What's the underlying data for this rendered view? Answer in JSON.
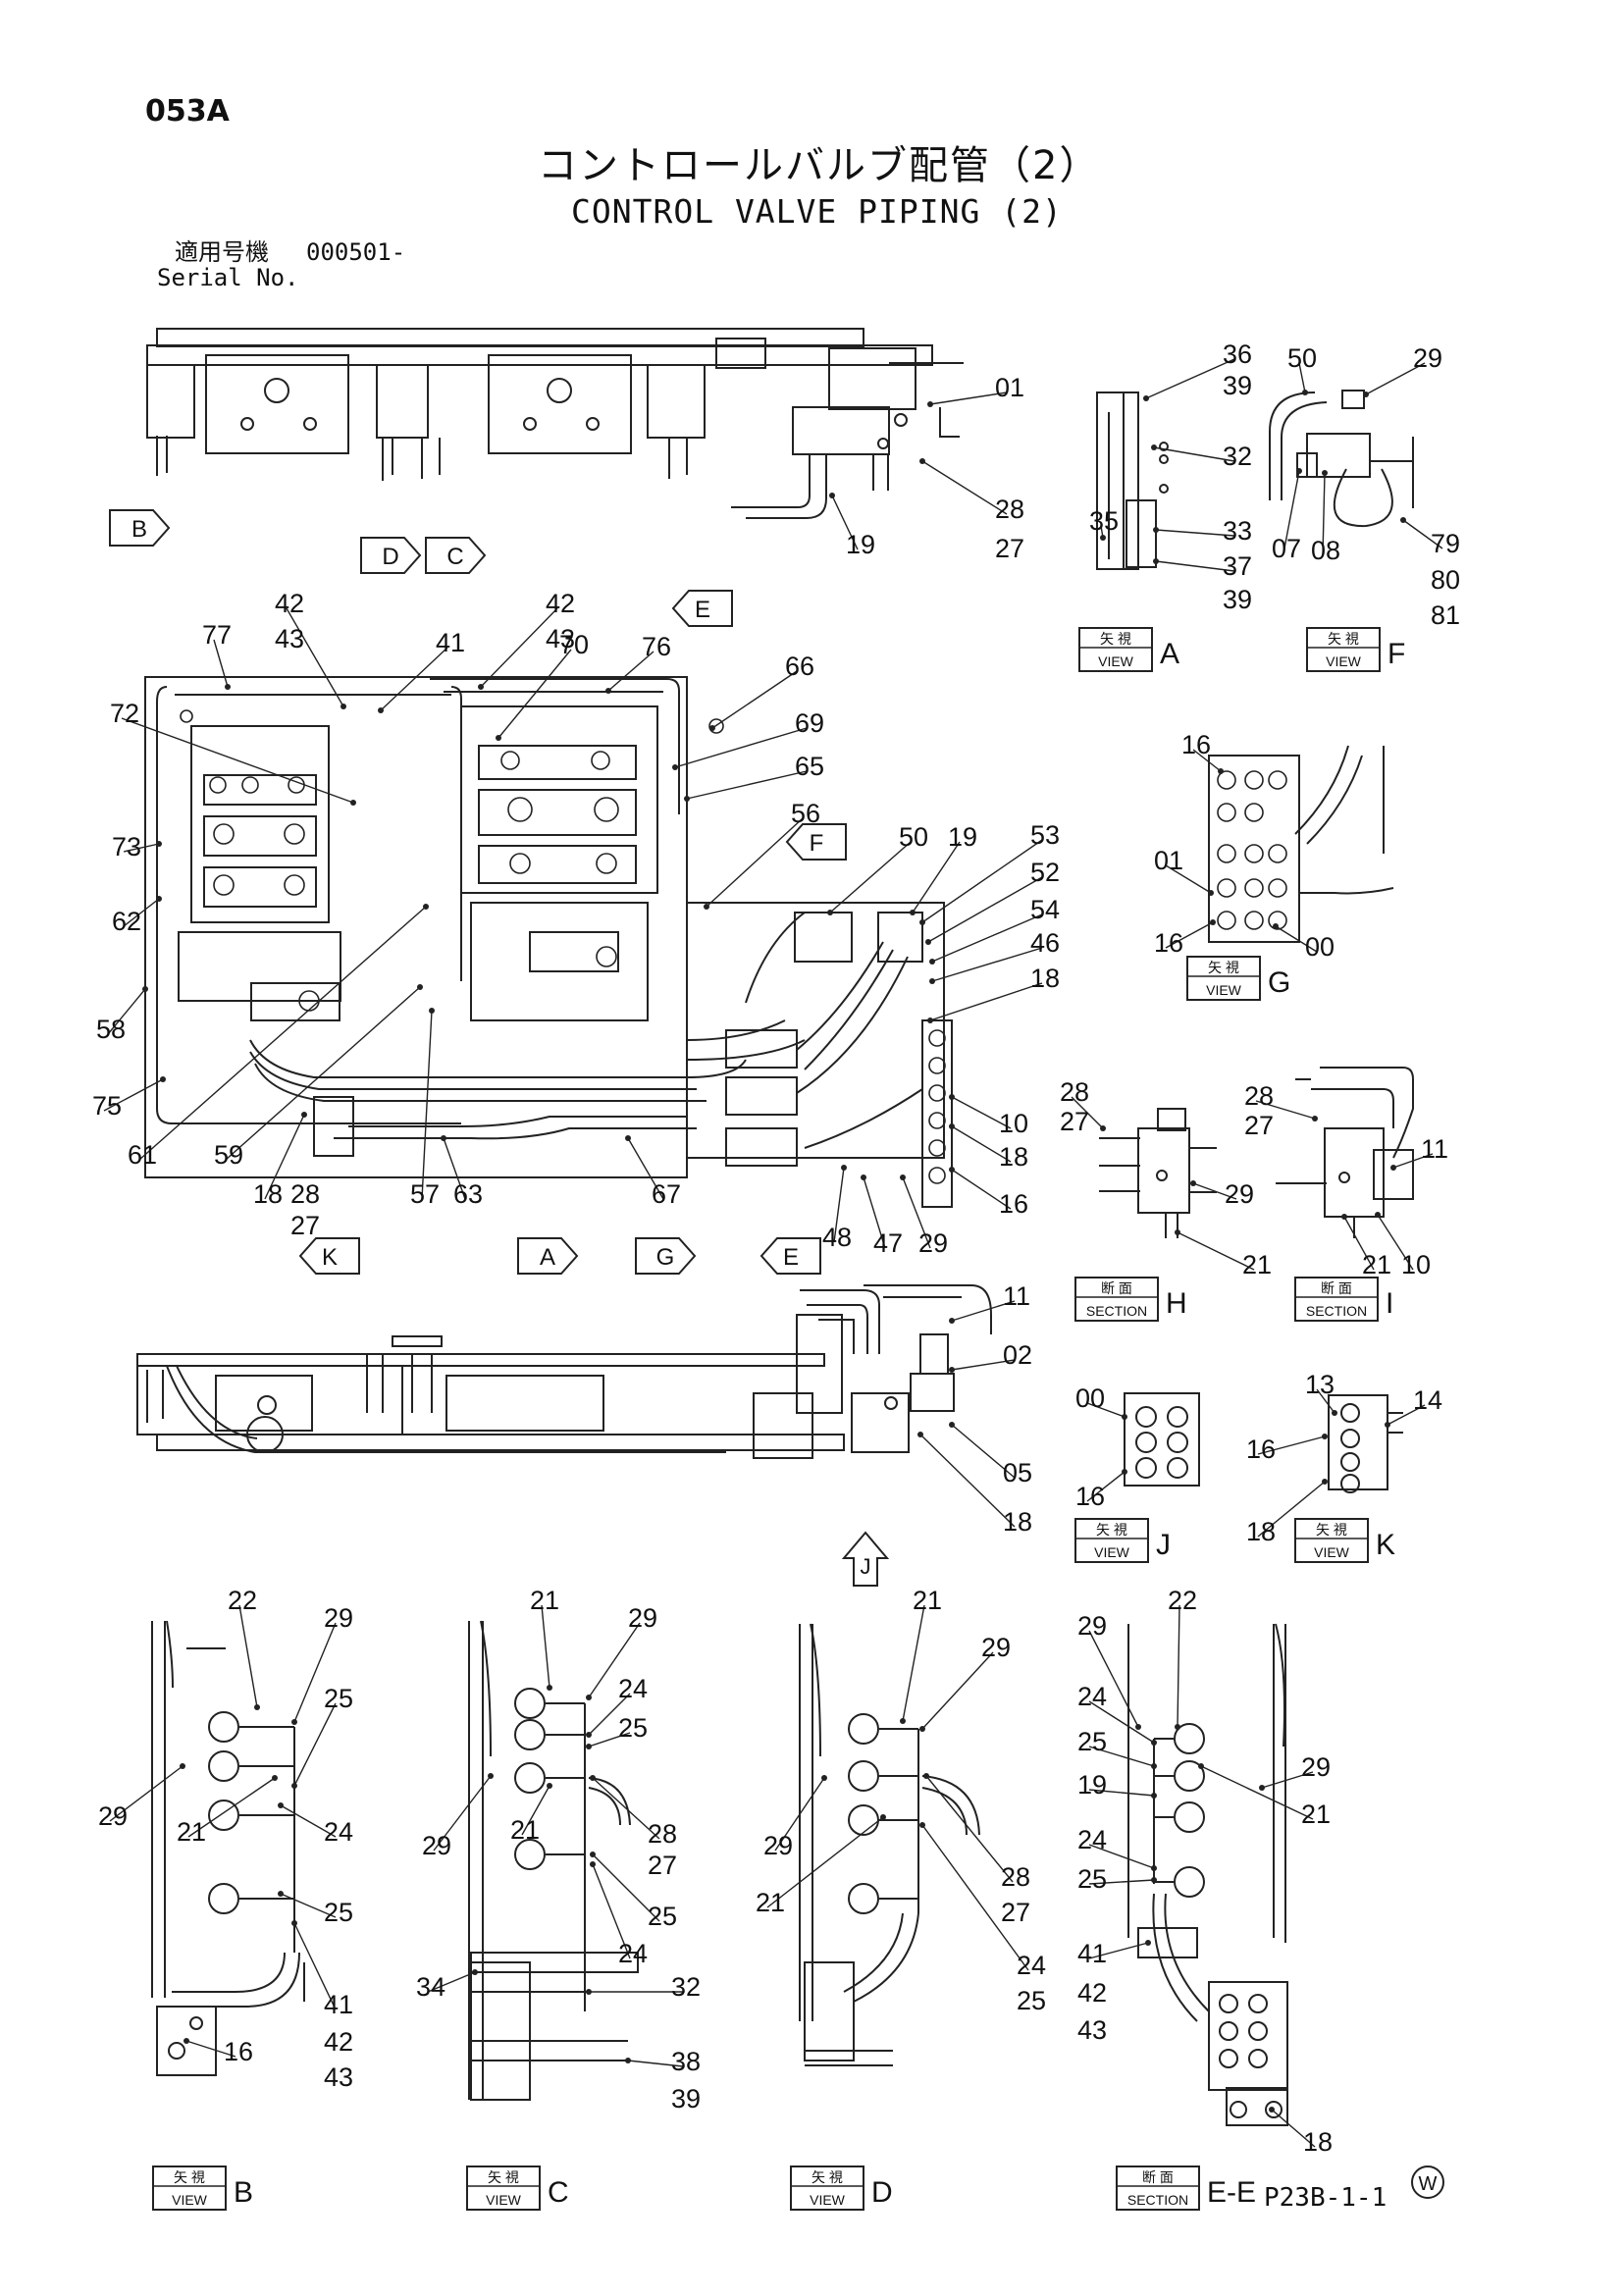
{
  "page_id": "053A",
  "title_jp": "コントロールバルブ配管（2）",
  "title_en": "CONTROL VALVE PIPING (2)",
  "serial": {
    "label_jp": "適用号機",
    "value": "000501-",
    "label_en": "Serial No."
  },
  "footer_code": "P23B-1-1",
  "watermark": "W",
  "arrows": [
    "B",
    "D",
    "C",
    "E",
    "F",
    "K",
    "A",
    "G",
    "E",
    "J"
  ],
  "view_boxes": [
    {
      "kind_jp": "矢 視",
      "kind_en": "VIEW",
      "letter": "A"
    },
    {
      "kind_jp": "矢 視",
      "kind_en": "VIEW",
      "letter": "F"
    },
    {
      "kind_jp": "矢 視",
      "kind_en": "VIEW",
      "letter": "G"
    },
    {
      "kind_jp": "断 面",
      "kind_en": "SECTION",
      "letter": "H"
    },
    {
      "kind_jp": "断 面",
      "kind_en": "SECTION",
      "letter": "I"
    },
    {
      "kind_jp": "矢 視",
      "kind_en": "VIEW",
      "letter": "J"
    },
    {
      "kind_jp": "矢 視",
      "kind_en": "VIEW",
      "letter": "K"
    },
    {
      "kind_jp": "矢 視",
      "kind_en": "VIEW",
      "letter": "B"
    },
    {
      "kind_jp": "矢 視",
      "kind_en": "VIEW",
      "letter": "C"
    },
    {
      "kind_jp": "矢 視",
      "kind_en": "VIEW",
      "letter": "D"
    },
    {
      "kind_jp": "断 面",
      "kind_en": "SECTION",
      "letter": "E-E"
    }
  ],
  "callouts": [
    "01",
    "28",
    "27",
    "19",
    "36",
    "39",
    "32",
    "35",
    "33",
    "37",
    "39",
    "50",
    "29",
    "07",
    "08",
    "79",
    "80",
    "81",
    "42",
    "43",
    "42",
    "43",
    "77",
    "41",
    "70",
    "76",
    "66",
    "72",
    "69",
    "65",
    "73",
    "62",
    "56",
    "58",
    "75",
    "61",
    "59",
    "50",
    "19",
    "53",
    "52",
    "54",
    "46",
    "18",
    "10",
    "18",
    "16",
    "29",
    "47",
    "48",
    "18",
    "28",
    "27",
    "57",
    "63",
    "67",
    "16",
    "01",
    "16",
    "00",
    "28",
    "27",
    "29",
    "21",
    "28",
    "27",
    "11",
    "21",
    "10",
    "11",
    "02",
    "05",
    "18",
    "00",
    "16",
    "13",
    "14",
    "16",
    "18",
    "22",
    "29",
    "25",
    "29",
    "21",
    "24",
    "25",
    "41",
    "42",
    "43",
    "16",
    "21",
    "29",
    "24",
    "25",
    "29",
    "21",
    "28",
    "27",
    "25",
    "24",
    "34",
    "32",
    "38",
    "39",
    "21",
    "29",
    "29",
    "21",
    "28",
    "27",
    "24",
    "25",
    "29",
    "22",
    "24",
    "25",
    "19",
    "29",
    "21",
    "24",
    "25",
    "41",
    "42",
    "43",
    "18"
  ]
}
